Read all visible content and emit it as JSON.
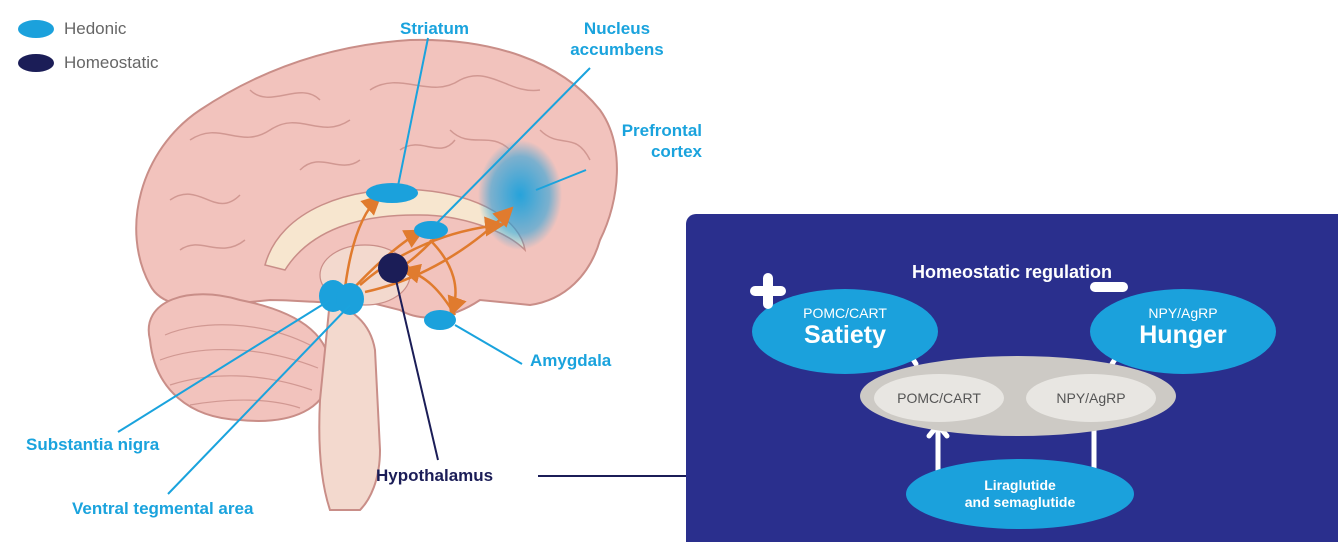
{
  "legend": {
    "items": [
      {
        "label": "Hedonic",
        "color": "#1ba1dc"
      },
      {
        "label": "Homeostatic",
        "color": "#1b1d57"
      }
    ]
  },
  "brain_labels": {
    "striatum": "Striatum",
    "nucleus_accumbens_line1": "Nucleus",
    "nucleus_accumbens_line2": "accumbens",
    "prefrontal_line1": "Prefrontal",
    "prefrontal_line2": "cortex",
    "amygdala": "Amygdala",
    "substantia_nigra": "Substantia nigra",
    "ventral_tegmental": "Ventral tegmental area",
    "hypothalamus": "Hypothalamus"
  },
  "regulation_panel": {
    "title": "Homeostatic regulation",
    "satiety": {
      "sub": "POMC/CART",
      "main": "Satiety"
    },
    "hunger": {
      "sub": "NPY/AgRP",
      "main": "Hunger"
    },
    "pomc_inner": "POMC/CART",
    "npy_inner": "NPY/AgRP",
    "drug_line1": "Liraglutide",
    "drug_line2": "and semaglutide"
  },
  "colors": {
    "hedonic": "#1ba1dc",
    "homeostatic": "#1b1d57",
    "arrows": "#e07b2e",
    "panel_bg": "#2a2f8d"
  }
}
